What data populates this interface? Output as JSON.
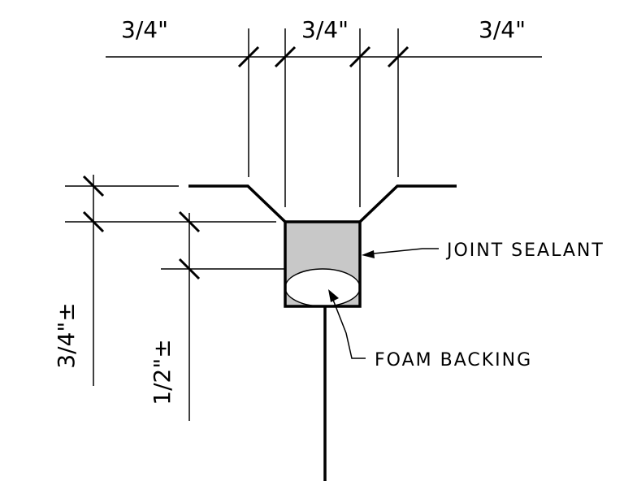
{
  "dimensions": {
    "top_left_width": "3/4\"",
    "top_center_width": "3/4\"",
    "top_right_width": "3/4\"",
    "left_outer_depth": "3/4\"±",
    "left_inner_depth": "1/2\"±"
  },
  "labels": {
    "joint_sealant": "JOINT SEALANT",
    "foam_backing": "FOAM BACKING"
  },
  "colors": {
    "line": "#000000",
    "sealant_fill": "#c8c8c8",
    "foam_fill": "#ffffff",
    "background": "#ffffff"
  }
}
